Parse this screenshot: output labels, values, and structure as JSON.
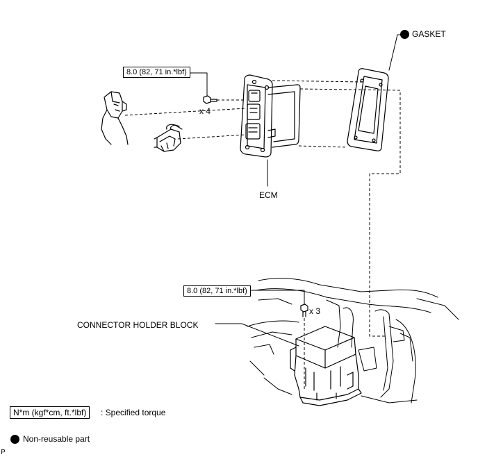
{
  "labels": {
    "gasket": "GASKET",
    "ecm": "ECM",
    "connector_holder_block": "CONNECTOR HOLDER BLOCK"
  },
  "torque": {
    "ecm_bolt": "8.0 (82, 71 in.*lbf)",
    "ecm_bolt_qty": "x 4",
    "holder_bolt": "8.0 (82, 71 in.*lbf)",
    "holder_bolt_qty": "x 3"
  },
  "legend": {
    "torque_units": "N*m (kgf*cm, ft.*lbf)",
    "torque_desc": ": Specified torque",
    "nonreusable_desc": "Non-reusable part"
  },
  "corner_mark": "P",
  "icons": {
    "nonreusable": "filled-circle-icon"
  }
}
